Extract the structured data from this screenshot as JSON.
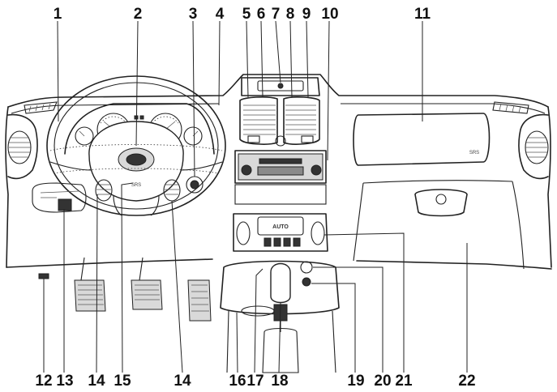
{
  "figure": {
    "callouts_top": [
      {
        "id": "1",
        "label": "1"
      },
      {
        "id": "2",
        "label": "2"
      },
      {
        "id": "3",
        "label": "3"
      },
      {
        "id": "4",
        "label": "4"
      },
      {
        "id": "5",
        "label": "5"
      },
      {
        "id": "6",
        "label": "6"
      },
      {
        "id": "7",
        "label": "7"
      },
      {
        "id": "8",
        "label": "8"
      },
      {
        "id": "9",
        "label": "9"
      },
      {
        "id": "10",
        "label": "10"
      },
      {
        "id": "11",
        "label": "11"
      }
    ],
    "callouts_bottom": [
      {
        "id": "12",
        "label": "12"
      },
      {
        "id": "13",
        "label": "13"
      },
      {
        "id": "14a",
        "label": "14"
      },
      {
        "id": "15",
        "label": "15"
      },
      {
        "id": "14b",
        "label": "14"
      },
      {
        "id": "16",
        "label": "16"
      },
      {
        "id": "17",
        "label": "17"
      },
      {
        "id": "18",
        "label": "18"
      },
      {
        "id": "19",
        "label": "19"
      },
      {
        "id": "20",
        "label": "20"
      },
      {
        "id": "21",
        "label": "21"
      },
      {
        "id": "22",
        "label": "22"
      }
    ],
    "embossed": {
      "airbag_driver": "SRS",
      "airbag_passenger": "SRS",
      "hvac": "AUTO"
    }
  }
}
